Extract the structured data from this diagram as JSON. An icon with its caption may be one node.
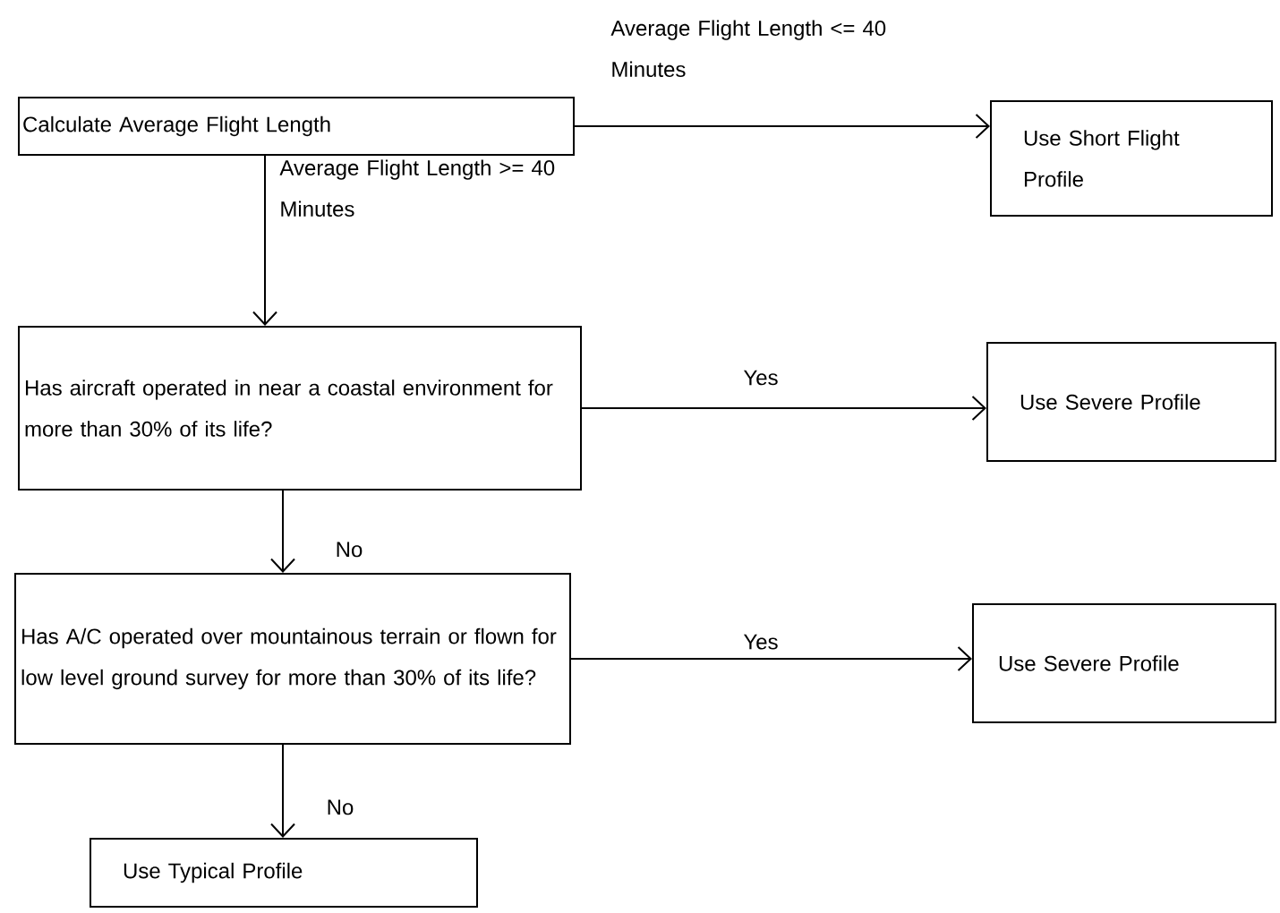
{
  "diagram": {
    "nodes": [
      {
        "text": [
          "Calculate Average Flight Length"
        ]
      },
      {
        "text": [
          "Use Short Flight Profile"
        ]
      },
      {
        "text": [
          "Has aircraft operated in near a coastal environment for more than 30% of its life?"
        ]
      },
      {
        "text": [
          "Use Severe Profile"
        ]
      },
      {
        "text": [
          "Has A/C operated over mountainous terrain or flown for low level ground survey for more than 30% of its life?"
        ]
      },
      {
        "text": [
          "Use Severe Profile"
        ]
      },
      {
        "text": [
          "Use Typical Profile"
        ]
      }
    ],
    "edges": [
      {
        "from": 0,
        "to": 1,
        "arrow": "to",
        "label": "Average Flight Length <= 40 Minutes"
      },
      {
        "from": 0,
        "to": 2,
        "arrow": "to",
        "label": "Average Flight Length >= 40 Minutes"
      },
      {
        "from": 2,
        "to": 3,
        "arrow": "to",
        "label": "Yes"
      },
      {
        "from": 2,
        "to": 4,
        "arrow": "to",
        "label": "No"
      },
      {
        "from": 4,
        "to": 5,
        "arrow": "to",
        "label": "Yes"
      },
      {
        "from": 4,
        "to": 6,
        "arrow": "to",
        "label": "No"
      }
    ]
  }
}
